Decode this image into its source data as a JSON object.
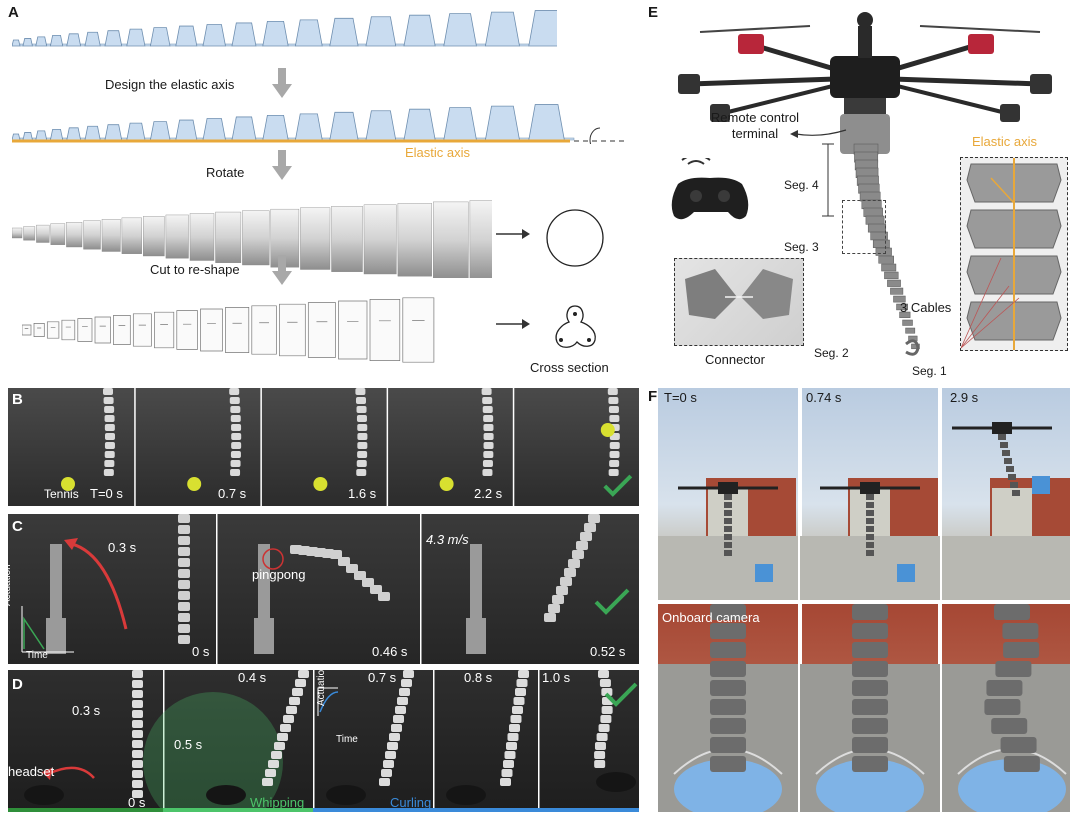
{
  "panel_a": {
    "label": "A",
    "step1": "Design the elastic axis",
    "elastic_axis": "Elastic axis",
    "step2": "Rotate",
    "step3": "Cut to re-shape",
    "cross_section": "Cross section"
  },
  "panel_b": {
    "label": "B",
    "object": "Tennis",
    "times": [
      "T=0 s",
      "0.7 s",
      "1.6 s",
      "2.2 s"
    ]
  },
  "panel_c": {
    "label": "C",
    "t1": "0.3 s",
    "object": "pingpong",
    "speed": "4.3 m/s",
    "act_label": "Actuation",
    "time_label": "Time",
    "times": [
      "0 s",
      "0.46 s",
      "0.52 s"
    ]
  },
  "panel_d": {
    "label": "D",
    "t1": "0.3 s",
    "t2": "0.5 s",
    "t3": "0.4 s",
    "object": "headset",
    "act_label": "Actuation",
    "time_label": "Time",
    "whipping": "Whipping",
    "coiling": "Curling",
    "times": [
      "0 s",
      "0.7 s",
      "0.8 s",
      "1.0 s"
    ]
  },
  "panel_e": {
    "label": "E",
    "remote": "Remote control terminal",
    "elastic_axis": "Elastic axis",
    "seg4": "Seg. 4",
    "seg3": "Seg. 3",
    "seg2": "Seg. 2",
    "seg1": "Seg. 1",
    "cables": "3 Cables",
    "connector": "Connector"
  },
  "panel_f": {
    "label": "F",
    "times": [
      "T=0 s",
      "0.74 s",
      "2.9 s"
    ],
    "onboard": "Onboard camera"
  },
  "colors": {
    "elastic_axis": "#e8a83a",
    "check": "#3aa655",
    "blue_segment": "#c9dcf0",
    "red_arrow": "#d93a3a",
    "whip_green": "#4cc46a",
    "coil_blue": "#3a8ad9"
  }
}
